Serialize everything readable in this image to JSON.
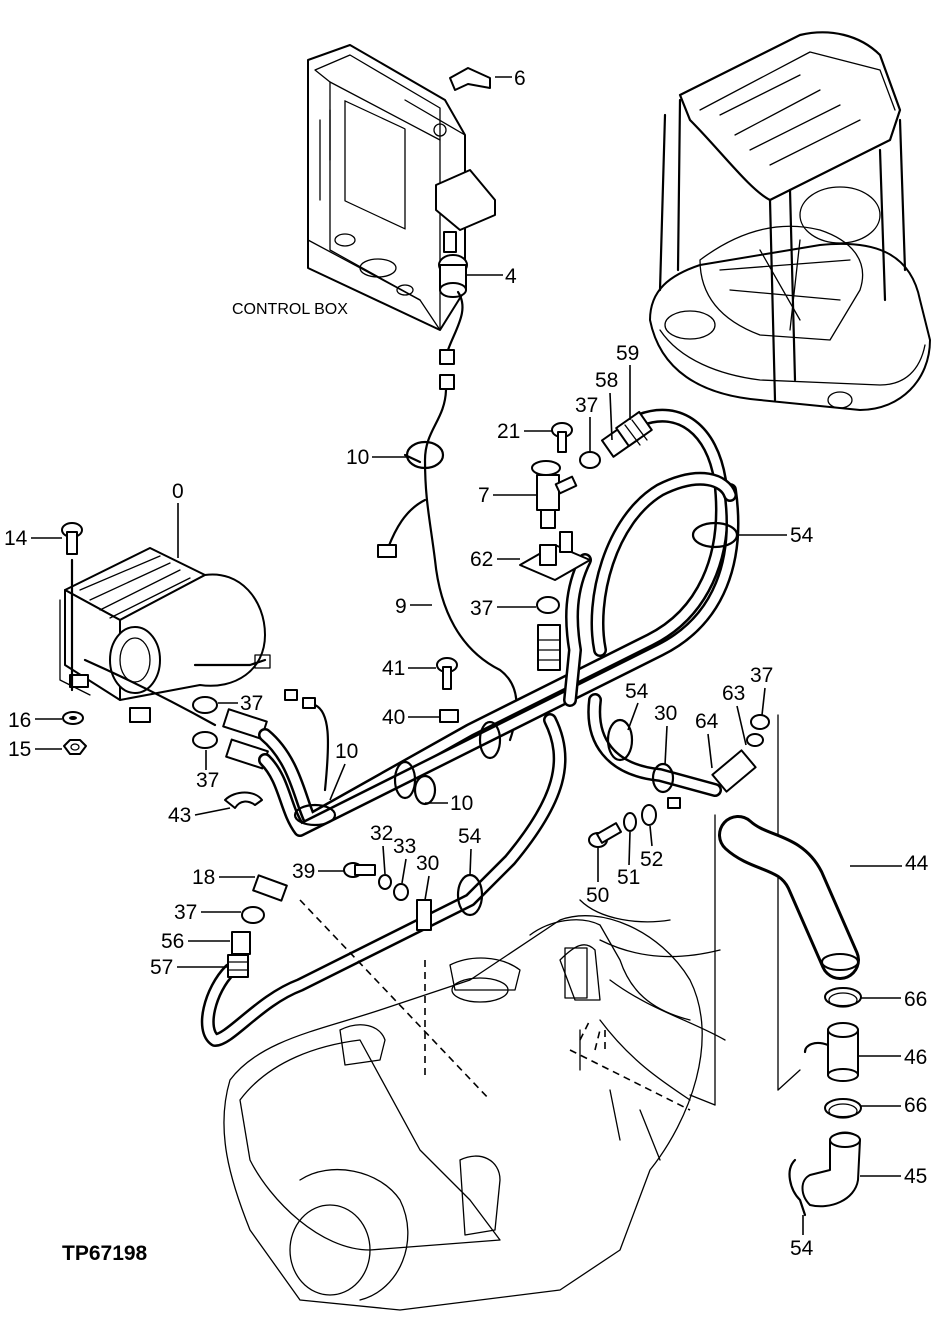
{
  "diagram": {
    "drawing_number": "TP67198",
    "control_box_caption": "CONTROL BOX",
    "callouts": {
      "c0": "0",
      "c4": "4",
      "c6": "6",
      "c7": "7",
      "c9": "9",
      "c10a": "10",
      "c10b": "10",
      "c10c": "10",
      "c14": "14",
      "c15": "15",
      "c16": "16",
      "c18": "18",
      "c21": "21",
      "c30a": "30",
      "c30b": "30",
      "c32": "32",
      "c33": "33",
      "c37a": "37",
      "c37b": "37",
      "c37c": "37",
      "c37d": "37",
      "c37e": "37",
      "c37f": "37",
      "c39": "39",
      "c40": "40",
      "c41": "41",
      "c43": "43",
      "c44": "44",
      "c45": "45",
      "c46": "46",
      "c50": "50",
      "c51": "51",
      "c52": "52",
      "c54a": "54",
      "c54b": "54",
      "c54c": "54",
      "c54d": "54",
      "c56": "56",
      "c57": "57",
      "c58": "58",
      "c59": "59",
      "c62": "62",
      "c63": "63",
      "c64": "64",
      "c66a": "66",
      "c66b": "66"
    }
  }
}
